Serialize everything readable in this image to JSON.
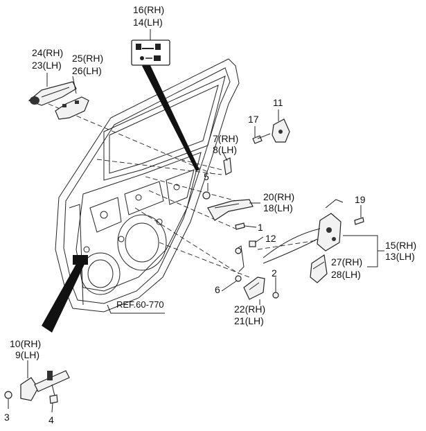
{
  "labels": {
    "p16": "16(RH)",
    "p14": "14(LH)",
    "p24": "24(RH)",
    "p23": "23(LH)",
    "p25": "25(RH)",
    "p26": "26(LH)",
    "p11": "11",
    "p17": "17",
    "p7": "7(RH)",
    "p8": "8(LH)",
    "p5": "5",
    "p20": "20(RH)",
    "p18": "18(LH)",
    "p19": "19",
    "p1": "1",
    "p12": "12",
    "p15": "15(RH)",
    "p13": "13(LH)",
    "p27": "27(RH)",
    "p28": "28(LH)",
    "p6": "6",
    "p2": "2",
    "p22": "22(RH)",
    "p21": "21(LH)",
    "p10": "10(RH)",
    "p9": "9(LH)",
    "p3": "3",
    "p4": "4"
  },
  "reference": "REF.60-770"
}
